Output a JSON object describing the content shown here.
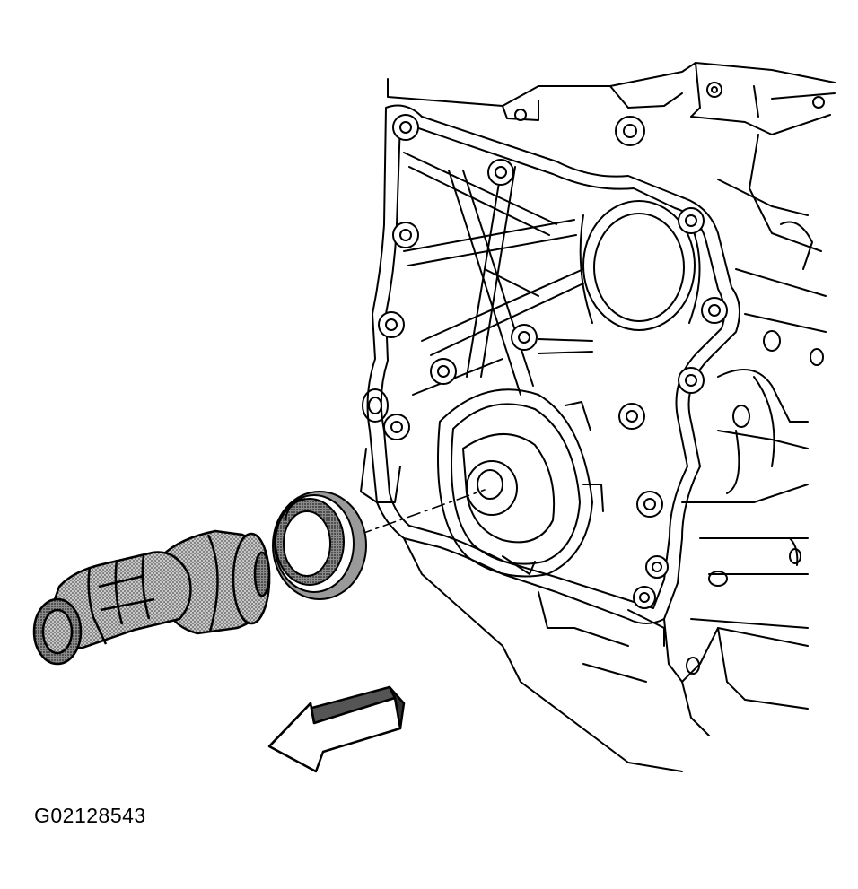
{
  "figure": {
    "id_label": "G02128543"
  },
  "colors": {
    "line": "#000000",
    "background": "#ffffff",
    "shade": "#777777",
    "shade_light": "#b5b5b5"
  },
  "parts": [
    {
      "name": "engine-front-cover",
      "icon": "engine-block-icon"
    },
    {
      "name": "crankshaft-front-oil-seal",
      "icon": "oil-seal-icon"
    },
    {
      "name": "seal-installer-tool",
      "icon": "installer-tool-icon"
    },
    {
      "name": "front-direction-arrow",
      "icon": "arrow-icon"
    }
  ]
}
